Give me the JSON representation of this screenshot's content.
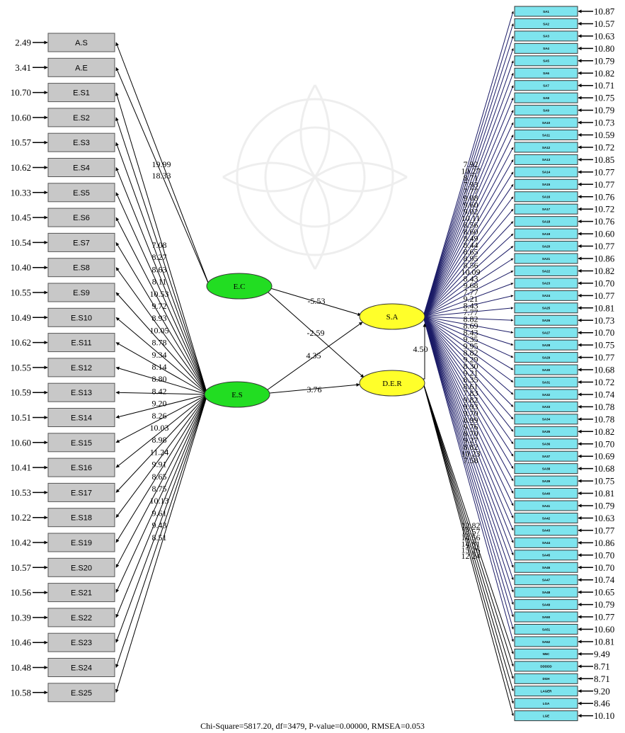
{
  "left_errors": [
    "2.49",
    "3.41",
    "10.70",
    "10.60",
    "10.57",
    "10.62",
    "10.33",
    "10.45",
    "10.54",
    "10.40",
    "10.55",
    "10.49",
    "10.62",
    "10.55",
    "10.59",
    "10.51",
    "10.60",
    "10.41",
    "10.53",
    "10.22",
    "10.42",
    "10.57",
    "10.56",
    "10.39",
    "10.46",
    "10.48",
    "10.58"
  ],
  "left_labels": [
    "A.S",
    "A.E",
    "E.S1",
    "E.S2",
    "E.S3",
    "E.S4",
    "E.S5",
    "E.S6",
    "E.S7",
    "E.S8",
    "E.S9",
    "E.S10",
    "E.S11",
    "E.S12",
    "E.S13",
    "E.S14",
    "E.S15",
    "E.S16",
    "E.S17",
    "E.S18",
    "E.S19",
    "E.S20",
    "E.S21",
    "E.S22",
    "E.S23",
    "E.S24",
    "E.S25"
  ],
  "ec_loadings": [
    "19.99",
    "18.33"
  ],
  "es_loadings": [
    "7.08",
    "8.27",
    "8.63",
    "8.11",
    "10.53",
    "9.72",
    "8.93",
    "10.05",
    "8.78",
    "9.34",
    "8.14",
    "8.80",
    "8.42",
    "9.20",
    "8.26",
    "10.03",
    "8.98",
    "11.24",
    "9.91",
    "8.65",
    "8.75",
    "10.13",
    "9.61",
    "9.43",
    "8.51"
  ],
  "latents": {
    "ec": "E.C",
    "es": "E.S",
    "sa": "S.A",
    "der": "D.E.R"
  },
  "paths": {
    "ec_sa": "-5.53",
    "ec_der": "-2.59",
    "es_sa": "4.35",
    "es_der": "3.76",
    "der_sa": "4.50"
  },
  "right_labels": [
    "SA1",
    "SA2",
    "SA3",
    "SA4",
    "SA5",
    "SA6",
    "SA7",
    "SA8",
    "SA9",
    "SA10",
    "SA11",
    "SA12",
    "SA13",
    "SA14",
    "SA15",
    "SA16",
    "SA17",
    "SA18",
    "SA19",
    "SA20",
    "SA21",
    "SA22",
    "SA23",
    "SA24",
    "SA25",
    "SA26",
    "SA27",
    "SA28",
    "SA29",
    "SA30",
    "SA31",
    "SA32",
    "SA33",
    "SA34",
    "SA35",
    "SA36",
    "SA37",
    "SA38",
    "SA39",
    "SA40",
    "SA41",
    "SA42",
    "SA43",
    "SA44",
    "SA45",
    "SA46",
    "SA47",
    "SA48",
    "SA49",
    "SA50",
    "SA51",
    "SA52",
    "NNC",
    "DDDDD",
    "DGH",
    "LAGER",
    "LGA",
    "LGE"
  ],
  "right_errors": [
    "10.87",
    "10.57",
    "10.63",
    "10.80",
    "10.79",
    "10.82",
    "10.71",
    "10.75",
    "10.79",
    "10.73",
    "10.59",
    "10.72",
    "10.85",
    "10.77",
    "10.77",
    "10.76",
    "10.72",
    "10.76",
    "10.60",
    "10.77",
    "10.86",
    "10.82",
    "10.70",
    "10.77",
    "10.81",
    "10.73",
    "10.70",
    "10.75",
    "10.77",
    "10.68",
    "10.72",
    "10.74",
    "10.78",
    "10.78",
    "10.82",
    "10.70",
    "10.69",
    "10.68",
    "10.75",
    "10.81",
    "10.79",
    "10.63",
    "10.77",
    "10.86",
    "10.70",
    "10.70",
    "10.74",
    "10.65",
    "10.79",
    "10.77",
    "10.60",
    "10.81",
    "9.49",
    "8.71",
    "8.71",
    "9.20",
    "8.46",
    "10.10"
  ],
  "sa_loadings": [
    "7.92",
    "10.27",
    "8.71",
    "7.93",
    "7.77",
    "9.08",
    "9.60",
    "9.02",
    "10.11",
    "8.56",
    "8.60",
    "8.49",
    "8.44",
    "8.65",
    "8.95",
    "8.56",
    "10.09",
    "8.43",
    "9.68",
    "7.77",
    "9.21",
    "8.43",
    "7.77",
    "8.82",
    "8.69",
    "8.43",
    "9.35",
    "9.95",
    "8.82",
    "9.29",
    "8.30",
    "9.21",
    "8.35",
    "8.61",
    "7.83",
    "9.82",
    "9.93",
    "9.70",
    "8.99",
    "9.76",
    "8.70",
    "9.27",
    "8.82",
    "10.23",
    "7.58"
  ],
  "der_loadings": [
    "12.82",
    "13.57",
    "14.56",
    "14.81",
    "15.26",
    "12.24"
  ],
  "footer": "Chi-Square=5817.20, df=3479, P-value=0.00000, RMSEA=0.053",
  "colors": {
    "left_box": "#c8c8c8",
    "right_box": "#7ee4ee",
    "ec_fill": "#22dd22",
    "sa_fill": "#ffff2a",
    "arrow_fan": "#1a1a66"
  }
}
